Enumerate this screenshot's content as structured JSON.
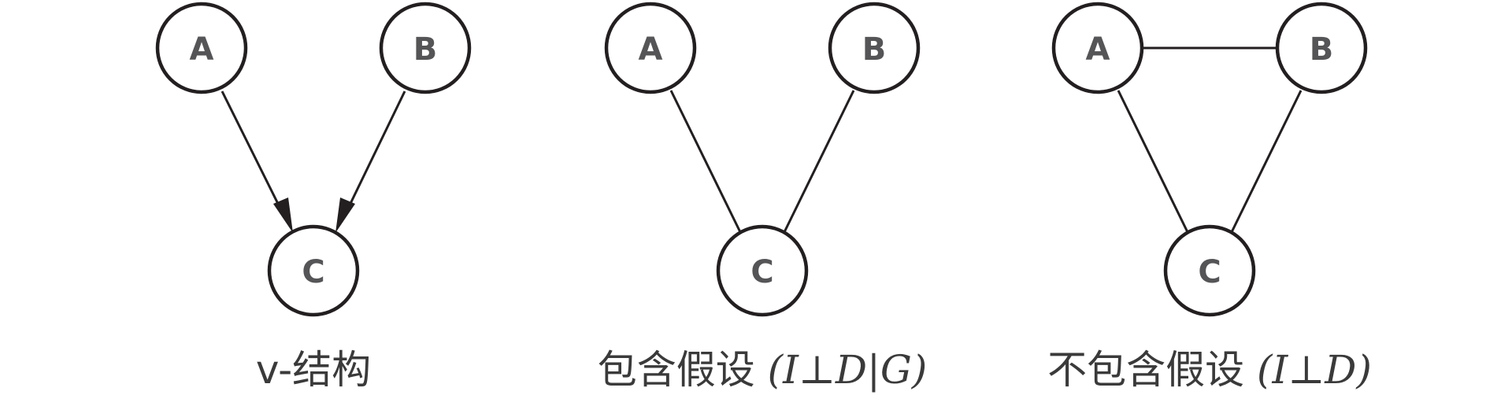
{
  "panels": [
    {
      "nodes": {
        "A": "A",
        "B": "B",
        "C": "C"
      },
      "caption": {
        "text": "v-结构",
        "math": ""
      }
    },
    {
      "nodes": {
        "A": "A",
        "B": "B",
        "C": "C"
      },
      "caption": {
        "text": "包含假设 ",
        "math": "(I⊥D|G)"
      }
    },
    {
      "nodes": {
        "A": "A",
        "B": "B",
        "C": "C"
      },
      "caption": {
        "text": "不包含假设 ",
        "math": "(I⊥D)"
      }
    }
  ]
}
